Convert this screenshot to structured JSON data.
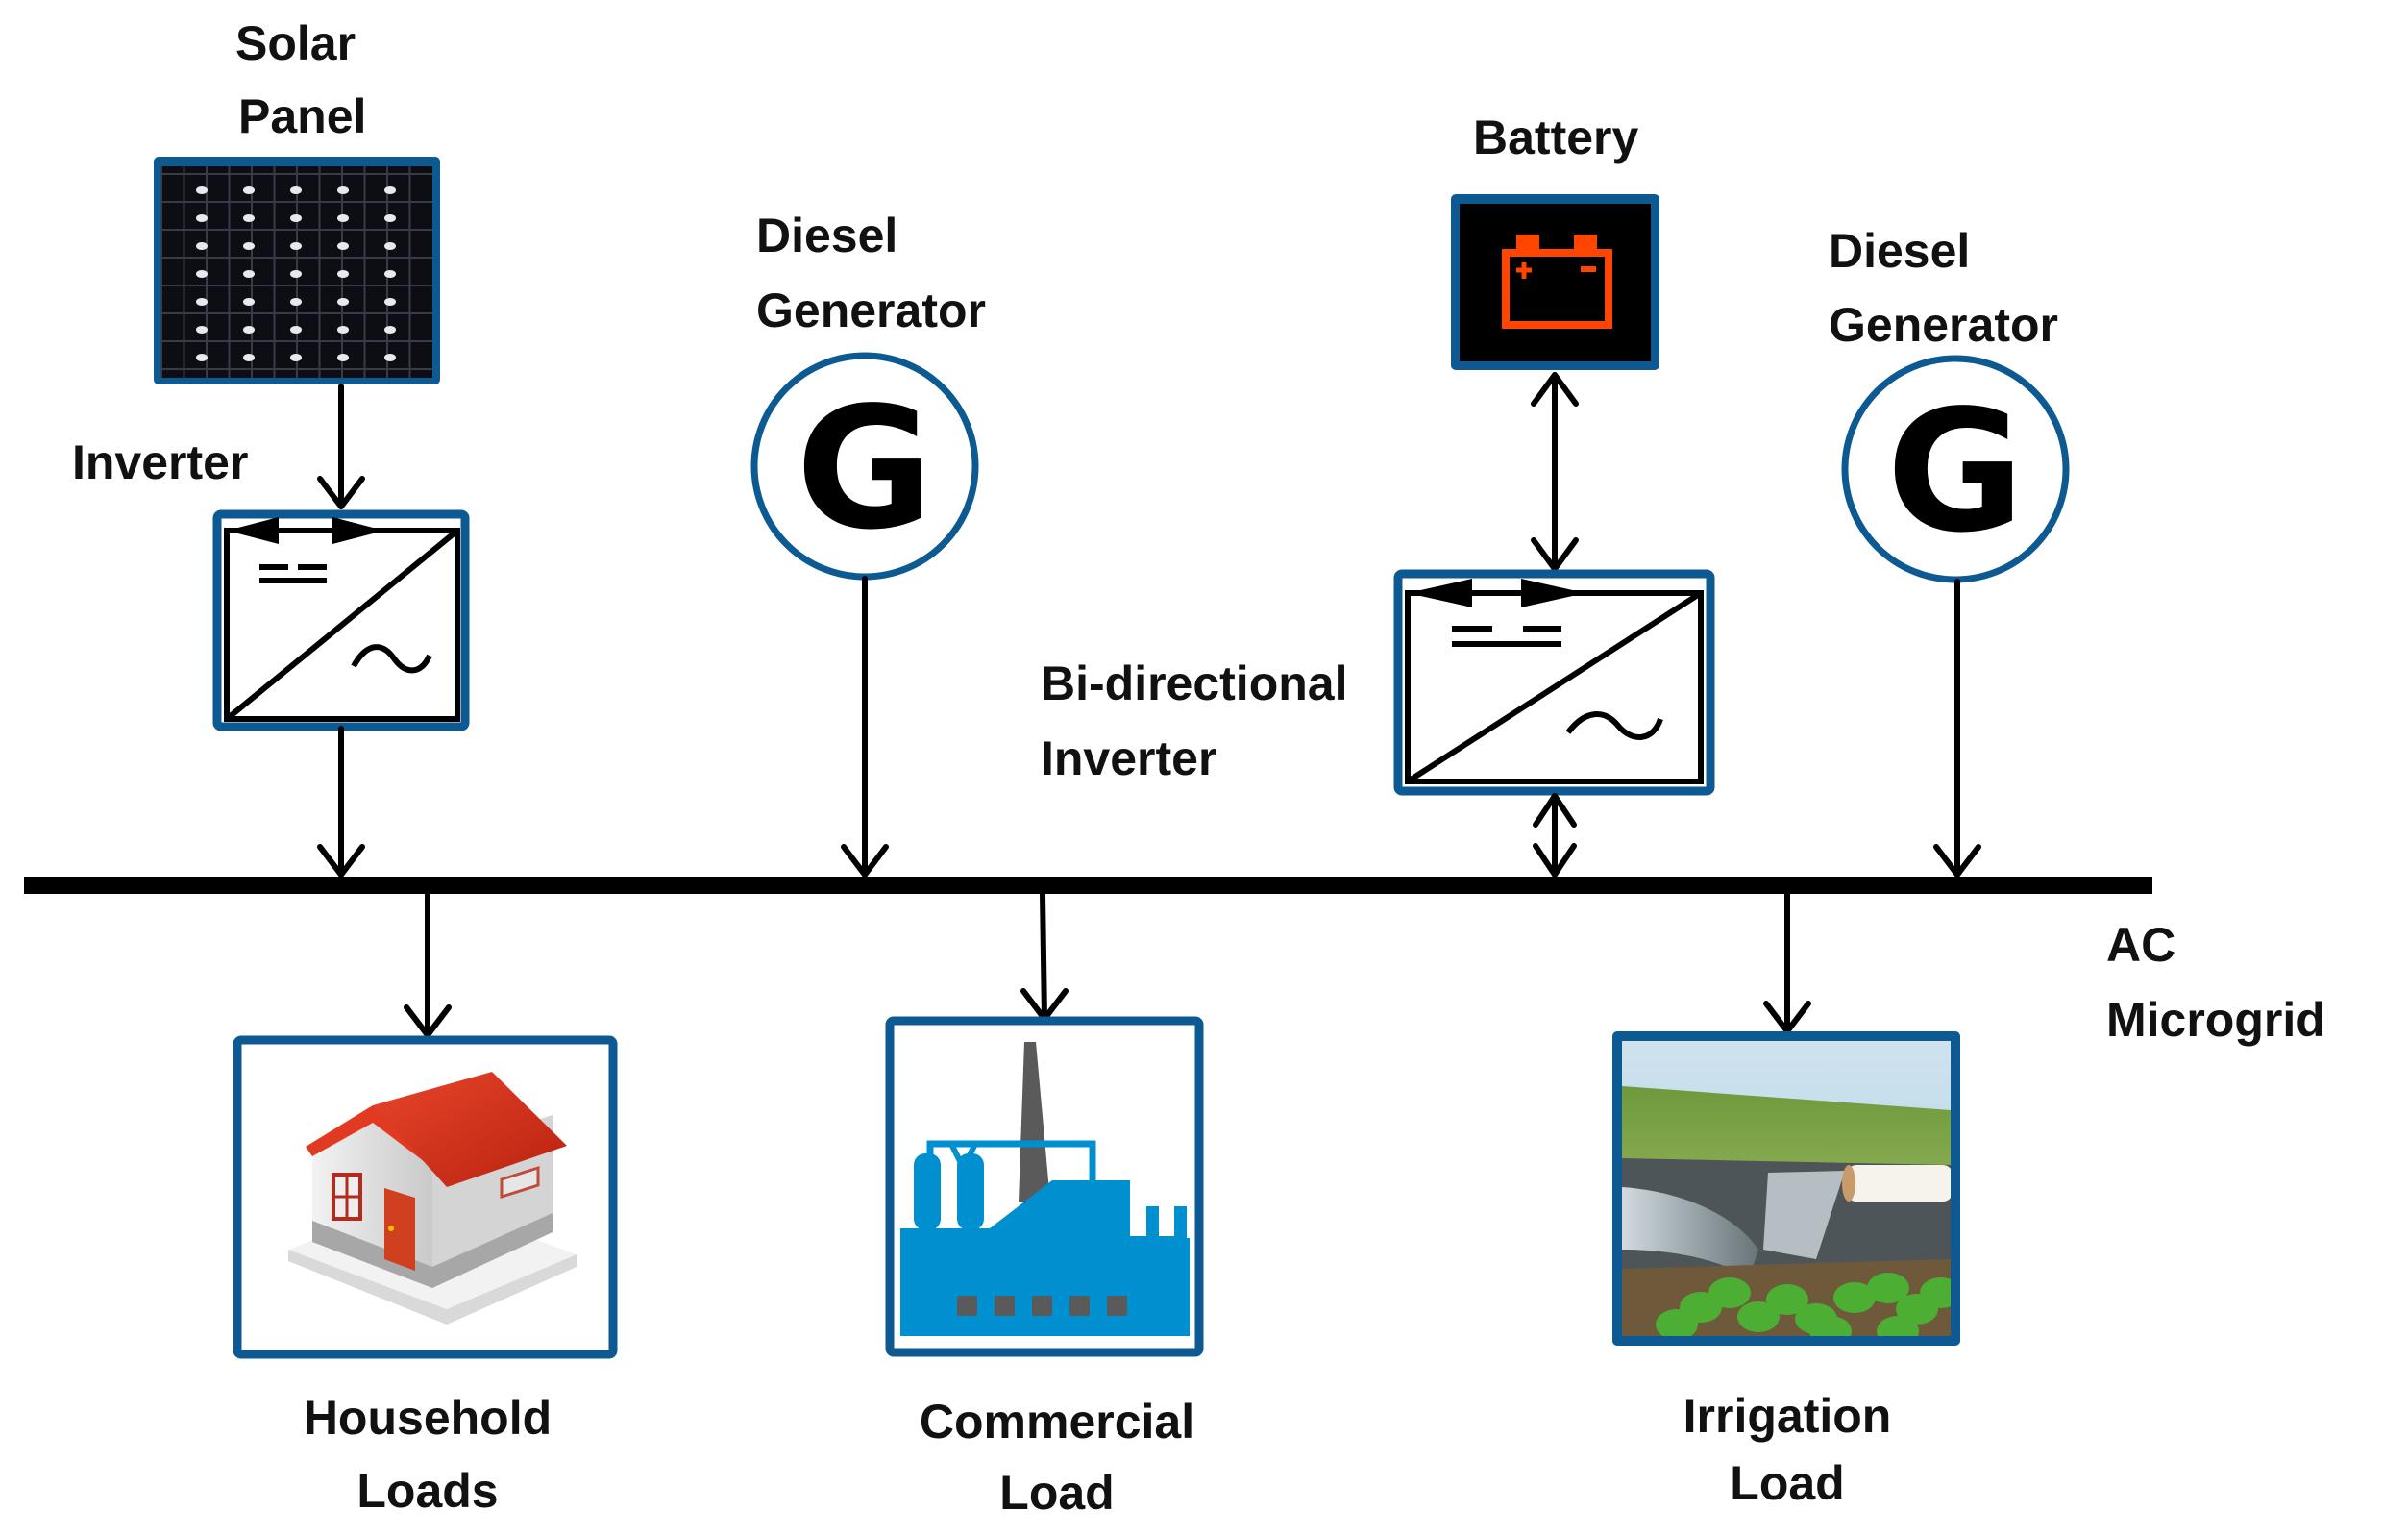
{
  "diagram": {
    "title": "AC Microgrid",
    "colors": {
      "frame": "#0d5a93",
      "battery_icon": "#ff4500",
      "factory": "#0090d0",
      "factory_detail": "#5a5a5a",
      "roof": "#d8321c"
    },
    "bus_label": [
      "AC",
      "Microgrid"
    ],
    "sources": {
      "solar_panel": {
        "label": [
          "Solar",
          "Panel"
        ],
        "icon": "solar-panel-icon"
      },
      "inverter": {
        "label": [
          "Inverter"
        ],
        "icon": "dc-ac-inverter-icon",
        "dc_symbol": "=",
        "ac_symbol": "~"
      },
      "diesel_generator_1": {
        "label": [
          "Diesel",
          "Generator"
        ],
        "symbol": "G",
        "icon": "generator-icon"
      },
      "battery": {
        "label": [
          "Battery"
        ],
        "icon": "battery-icon",
        "plus": "+",
        "minus": "−"
      },
      "bidirectional_inverter": {
        "label": [
          "Bi-directional",
          "Inverter"
        ],
        "icon": "dc-ac-inverter-icon"
      },
      "diesel_generator_2": {
        "label": [
          "Diesel",
          "Generator"
        ],
        "symbol": "G",
        "icon": "generator-icon"
      }
    },
    "loads": [
      {
        "label": [
          "Household",
          "Loads"
        ],
        "icon": "house-icon"
      },
      {
        "label": [
          "Commercial",
          "Load"
        ],
        "icon": "factory-icon"
      },
      {
        "label": [
          "Irrigation",
          "Load"
        ],
        "icon": "irrigation-photo"
      }
    ],
    "connections": [
      {
        "from": "Solar Panel",
        "to": "Inverter",
        "direction": "one-way"
      },
      {
        "from": "Inverter",
        "to": "AC Microgrid",
        "direction": "one-way"
      },
      {
        "from": "Diesel Generator",
        "to": "AC Microgrid",
        "direction": "one-way"
      },
      {
        "from": "Battery",
        "to": "Bi-directional Inverter",
        "direction": "two-way"
      },
      {
        "from": "Bi-directional Inverter",
        "to": "AC Microgrid",
        "direction": "two-way"
      },
      {
        "from": "Diesel Generator",
        "to": "AC Microgrid",
        "direction": "one-way"
      },
      {
        "from": "AC Microgrid",
        "to": "Household Loads",
        "direction": "one-way"
      },
      {
        "from": "AC Microgrid",
        "to": "Commercial Load",
        "direction": "one-way"
      },
      {
        "from": "AC Microgrid",
        "to": "Irrigation Load",
        "direction": "one-way"
      }
    ]
  }
}
